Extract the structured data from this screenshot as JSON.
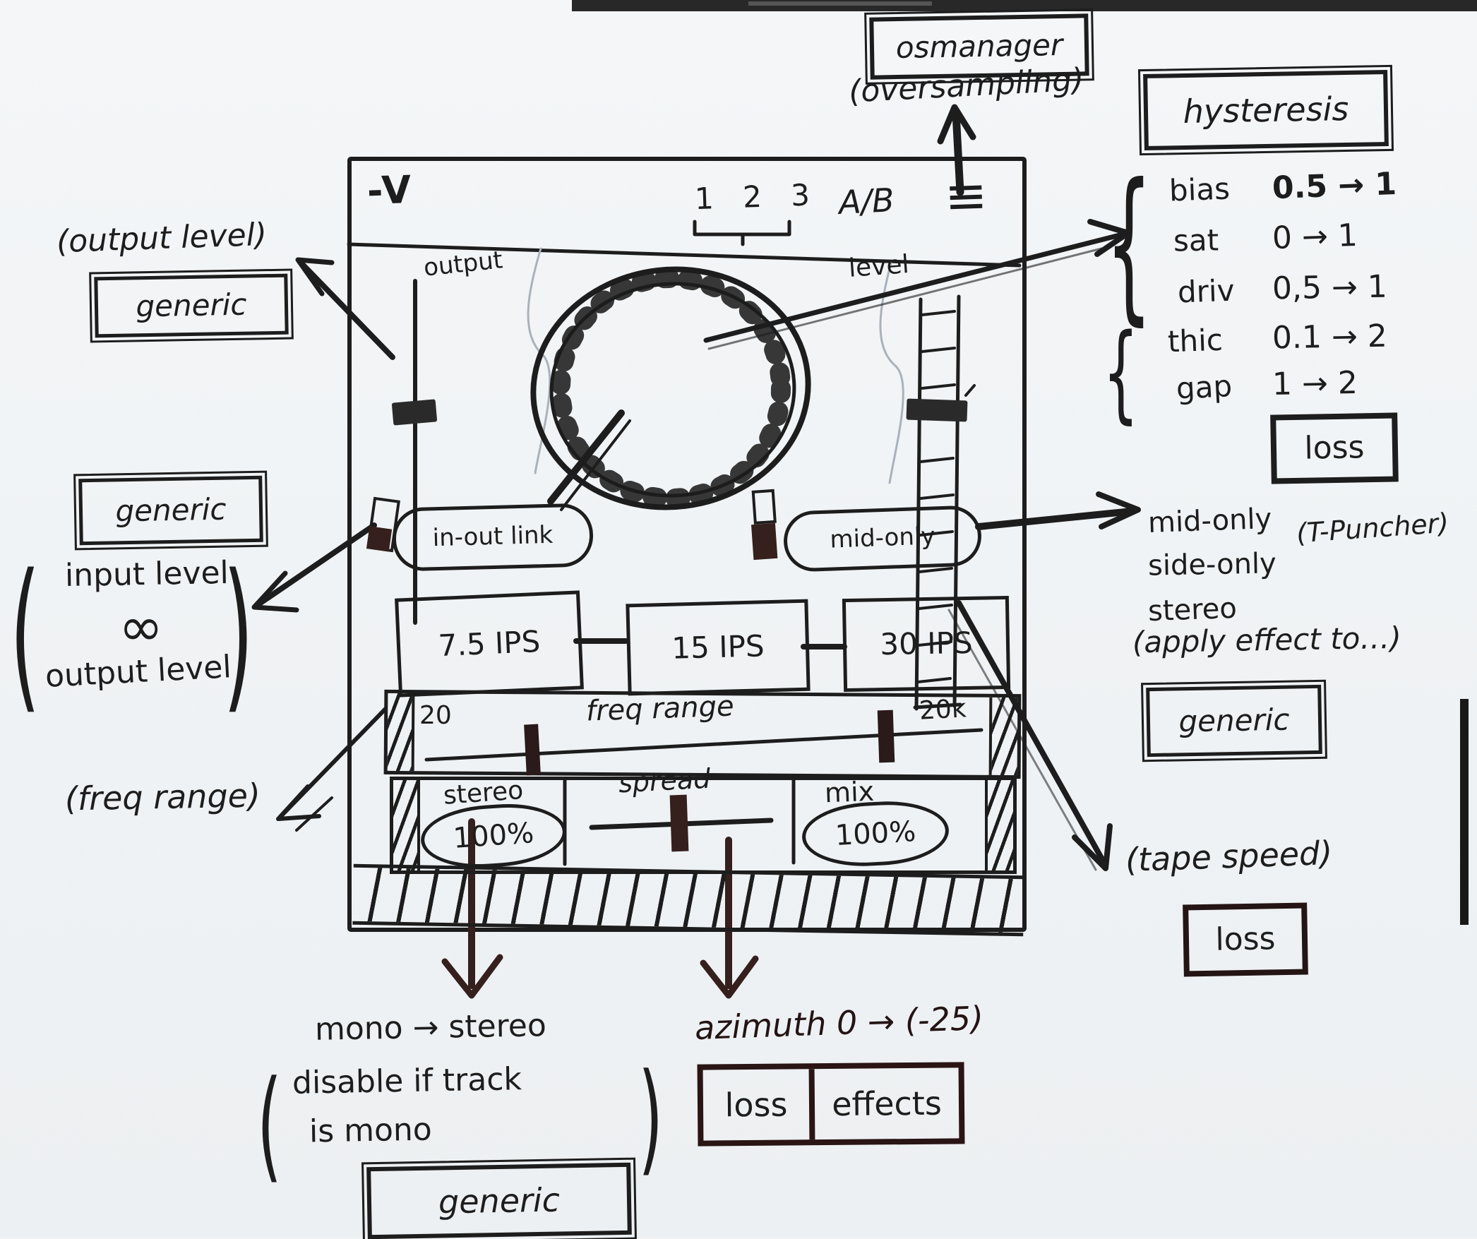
{
  "colors": {
    "ink": "#1d1d1d",
    "dark_accent": "#35201d",
    "paper": "#f2f5f7"
  },
  "panel": {
    "logo": "-V",
    "preset_numbers": "1 2 3",
    "ab_label": "A/B",
    "menu_icon": "≡",
    "output_label": "output",
    "level_label": "level",
    "in_out_link": "in-out link",
    "mid_only": "mid-only",
    "speed_buttons": [
      "7.5 IPS",
      "15 IPS",
      "30 IPS"
    ],
    "freq_slider": {
      "min": "20",
      "label": "freq range",
      "max": "20k"
    },
    "stereo_label": "stereo",
    "stereo_value": "100%",
    "spread_label": "spread",
    "mix_label": "mix",
    "mix_value": "100%"
  },
  "annotations": {
    "oversampling": {
      "tag": "osmanager",
      "caption": "(oversampling)"
    },
    "hysteresis": {
      "tag": "hysteresis",
      "brace": "{",
      "params": [
        {
          "name": "bias",
          "range": "0.5 → 1"
        },
        {
          "name": "sat",
          "range": "0 → 1"
        },
        {
          "name": "driv",
          "range": "0,5 → 1"
        },
        {
          "name": "thic",
          "range": "0.1 → 2"
        },
        {
          "name": "gap",
          "range": "1 → 2"
        }
      ],
      "module": "loss"
    },
    "output_level": {
      "caption": "(output level)",
      "tag": "generic"
    },
    "input_output": {
      "tag": "generic",
      "paren_open": "(",
      "line1": "input level",
      "infinity": "∞",
      "line2": "output level",
      "paren_close": ")"
    },
    "routing": {
      "options": [
        "mid-only",
        "side-only",
        "stereo"
      ],
      "note": "(T-Puncher)",
      "caption": "(apply effect to…)",
      "tag": "generic"
    },
    "tape_speed": {
      "caption": "(tape speed)",
      "tag": "loss"
    },
    "freq_range": {
      "caption": "(freq range)"
    },
    "mono_stereo": {
      "caption": "mono → stereo",
      "paren_open": "(",
      "note_line1": "disable if track",
      "note_line2": "is mono",
      "paren_close": ")",
      "tag": "generic"
    },
    "azimuth": {
      "caption": "azimuth 0 → (-25)",
      "tags": [
        "loss",
        "effects"
      ]
    }
  }
}
